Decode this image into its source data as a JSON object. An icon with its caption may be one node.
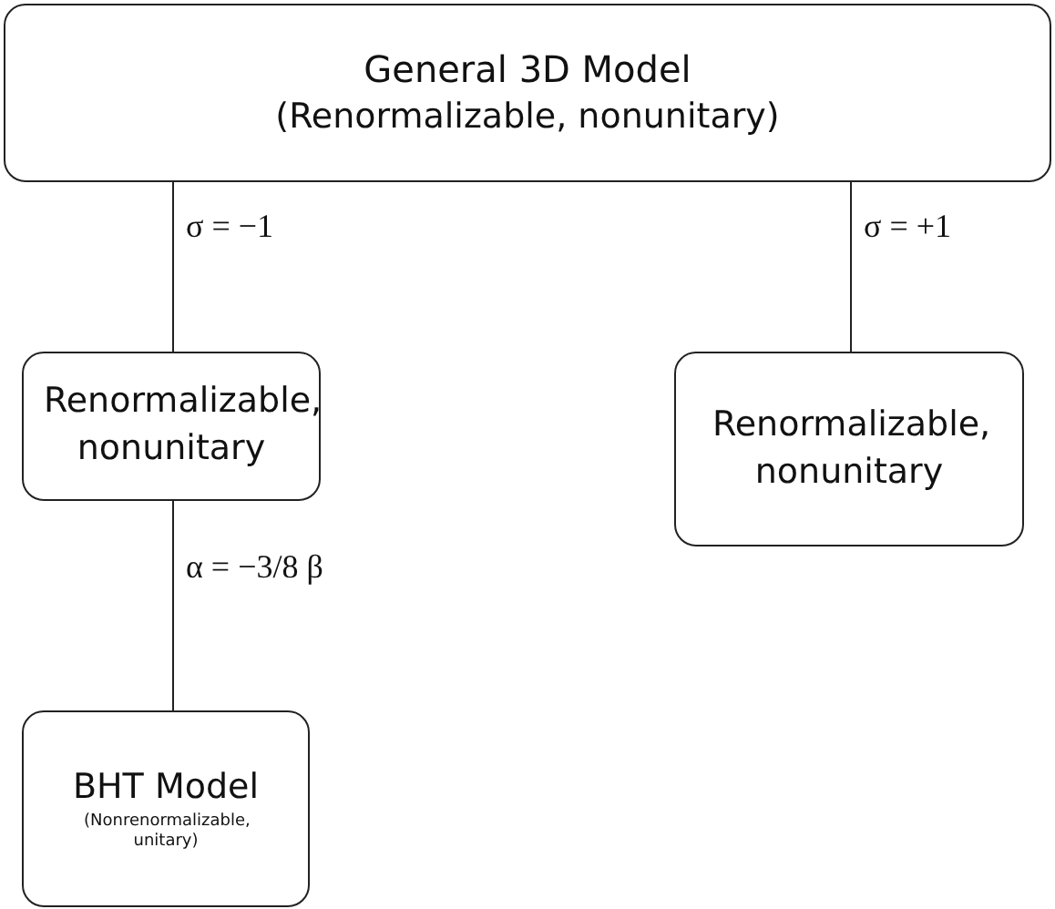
{
  "diagram": {
    "nodes": [
      {
        "text": [
          "General 3D Model",
          "(Renormalizable, nonunitary)"
        ]
      },
      {
        "text": [
          "Renormalizable, nonunitary"
        ]
      },
      {
        "text": [
          "Renormalizable, nonunitary"
        ]
      },
      {
        "text": [
          "BHT Model",
          "(Nonrenormalizable, unitary)"
        ]
      }
    ],
    "edges": [
      {
        "from": 0,
        "to": 1,
        "arrow": "none",
        "label": "σ = −1"
      },
      {
        "from": 0,
        "to": 2,
        "arrow": "none",
        "label": "σ = +1"
      },
      {
        "from": 1,
        "to": 3,
        "arrow": "none",
        "label": "α = −3/8 β"
      }
    ]
  }
}
